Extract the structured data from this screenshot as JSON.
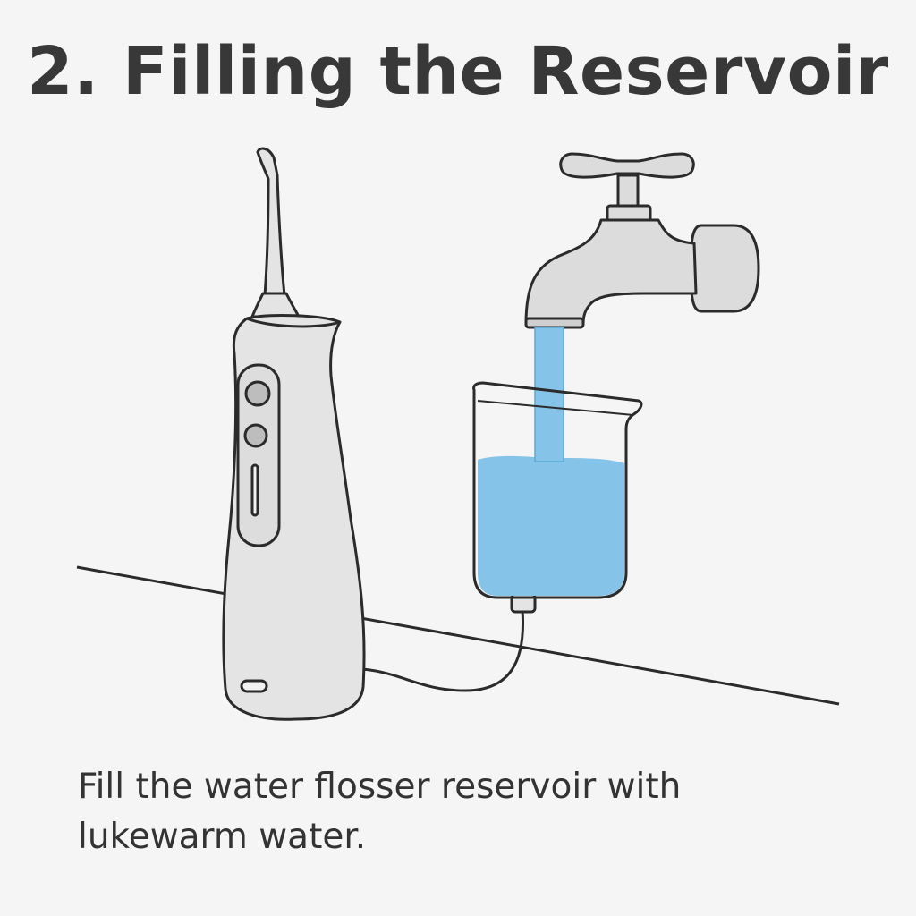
{
  "title": "2. Filling the Reservoir",
  "caption": "Fill the water flosser reservoir with lukewarm water.",
  "colors": {
    "background": "#f5f5f5",
    "outline": "#2b2b2b",
    "device_body": "#e4e4e4",
    "faucet": "#dcdcdc",
    "water": "#85c4e8"
  },
  "reservoir_fill_fraction": 0.68
}
